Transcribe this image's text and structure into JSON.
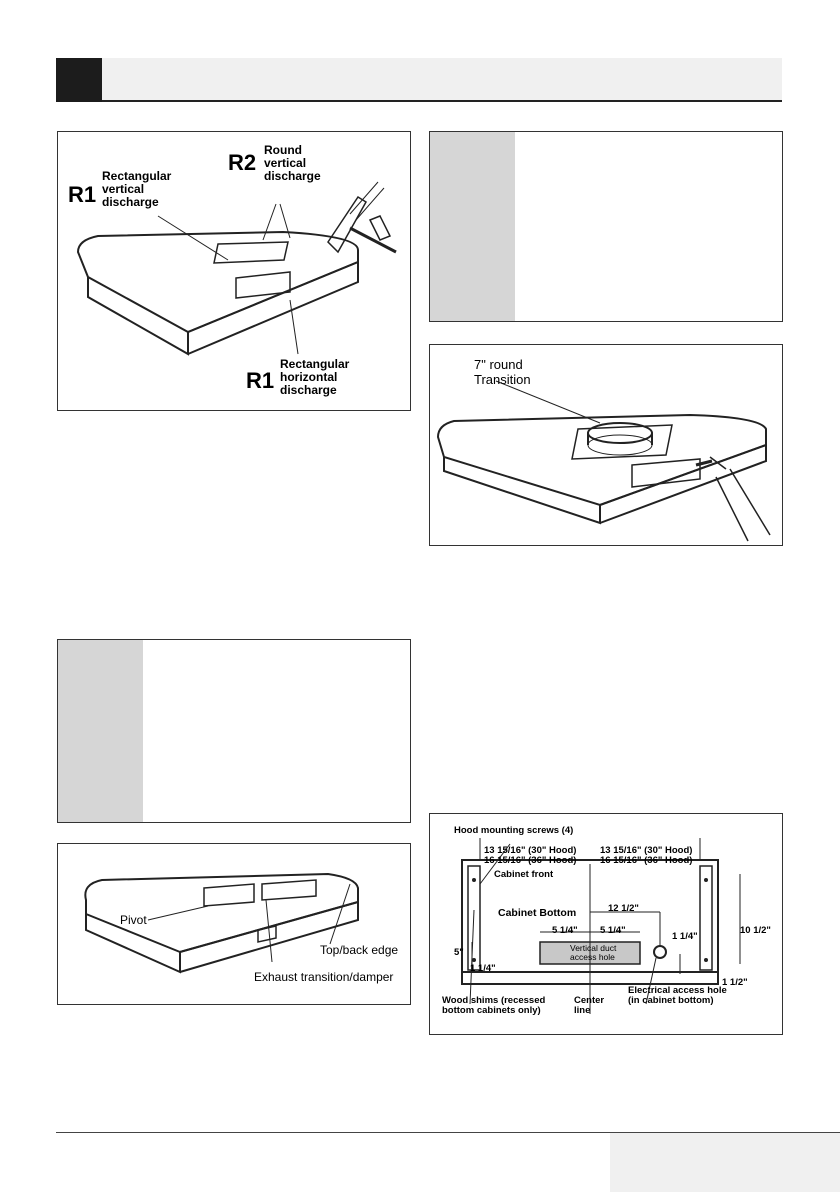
{
  "figures": {
    "discharge": {
      "r1_top_code": "R1",
      "r1_top_text": [
        "Rectangular",
        "vertical",
        "discharge"
      ],
      "r2_code": "R2",
      "r2_text": [
        "Round",
        "vertical",
        "discharge"
      ],
      "r1_bottom_code": "R1",
      "r1_bottom_text": [
        "Rectangular",
        "horizontal",
        "discharge"
      ]
    },
    "transition": {
      "label_line1": "7\" round",
      "label_line2": "Transition"
    },
    "damper": {
      "pivot": "Pivot",
      "top_back_edge": "Top/back edge",
      "exhaust": "Exhaust transition/damper"
    },
    "cabinet": {
      "screws": "Hood mounting screws (4)",
      "left_dim_30": "13 15/16\" (30\" Hood)",
      "left_dim_36": "16 15/16\" (36\" Hood)",
      "right_dim_30": "13 15/16\" (30\" Hood)",
      "right_dim_36": "16 15/16\" (36\" Hood)",
      "cabinet_front": "Cabinet front",
      "cabinet_bottom": "Cabinet Bottom",
      "dim_12_half": "12 1/2\"",
      "dim_5q_left": "5 1/4\"",
      "dim_5q_right": "5 1/4\"",
      "vent_hole": [
        "Vertical duct",
        "access hole"
      ],
      "dim_1q_right": "1 1/4\"",
      "dim_10_half": "10 1/2\"",
      "dim_5": "5\"",
      "dim_1q_left": "1 1/4\"",
      "dim_1_half": "1 1/2\"",
      "wood_shims": [
        "Wood shims (recessed",
        "bottom cabinets only)"
      ],
      "center_line": [
        "Center",
        "line"
      ],
      "electrical": [
        "Electrical access hole",
        "(in cabinet bottom)"
      ]
    }
  }
}
